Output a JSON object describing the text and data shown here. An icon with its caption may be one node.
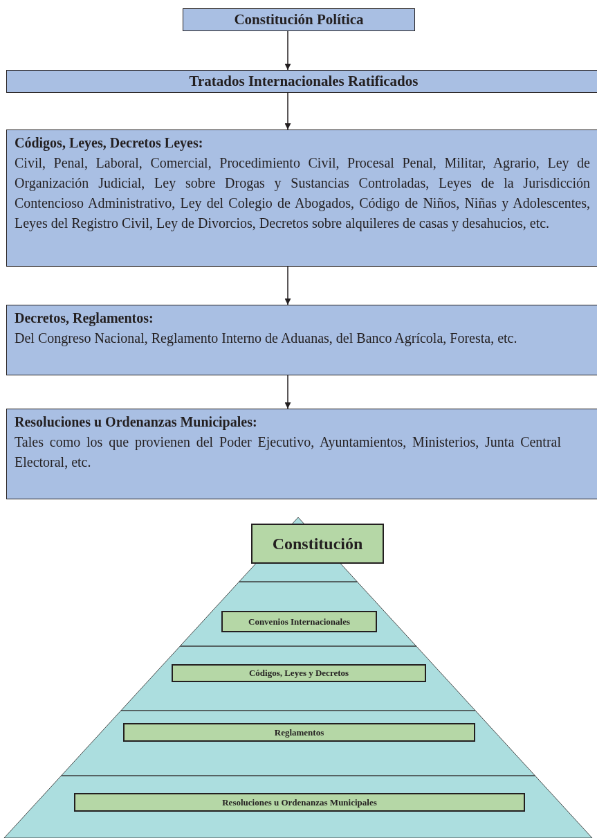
{
  "diagram": {
    "nodes": [
      {
        "text": [
          "Constitución Política"
        ]
      },
      {
        "text": [
          "Tratados Internacionales Ratificados"
        ]
      },
      {
        "text": [
          "Códigos, Leyes, Decretos Leyes:",
          "Civil, Penal, Laboral, Comercial, Procedimiento Civil, Procesal Penal, Militar, Agrario, Ley de Organización Judicial, Ley sobre Drogas y Sustancias Controladas, Leyes de la Jurisdicción Contencioso Administrativo, Ley del Colegio de Abogados, Código de Niños, Niñas y Adolescentes, Leyes del Registro Civil, Ley de Divorcios, Decretos sobre alquileres de casas y desahucios, etc."
        ]
      },
      {
        "text": [
          "Decretos, Reglamentos:",
          "Del Congreso Nacional, Reglamento Interno de Aduanas, del Banco Agrícola, Foresta, etc."
        ]
      },
      {
        "text": [
          "Resoluciones u Ordenanzas Municipales:",
          "Tales como los que provienen del Poder Ejecutivo, Ayuntamientos, Ministerios, Junta Central Electoral, etc."
        ]
      },
      {
        "text": [
          "Constitución"
        ]
      },
      {
        "text": [
          "Convenios Internacionales"
        ]
      },
      {
        "text": [
          "Códigos, Leyes y Decretos"
        ]
      },
      {
        "text": [
          "Reglamentos"
        ]
      },
      {
        "text": [
          "Resoluciones u Ordenanzas Municipales"
        ]
      }
    ],
    "edges": [
      {
        "from": 0,
        "to": 1,
        "arrow": "to"
      },
      {
        "from": 1,
        "to": 2,
        "arrow": "to"
      },
      {
        "from": 2,
        "to": 3,
        "arrow": "to"
      },
      {
        "from": 3,
        "to": 4,
        "arrow": "to"
      }
    ]
  }
}
